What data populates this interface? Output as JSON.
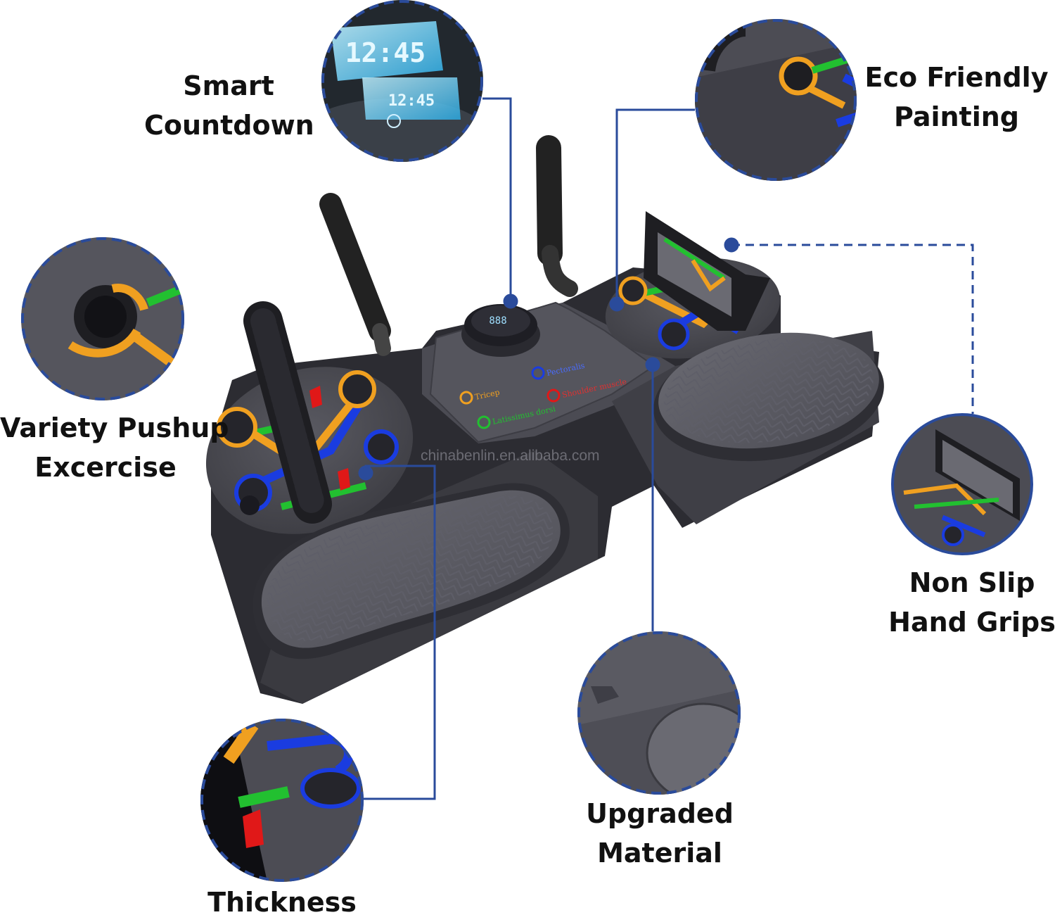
{
  "callouts": {
    "smart_countdown": [
      "Smart",
      "Countdown"
    ],
    "eco_friendly": [
      "Eco Friendly",
      "Painting"
    ],
    "variety_pushup": [
      "Variety Pushup",
      "Excercise"
    ],
    "non_slip": [
      "Non Slip",
      "Hand Grips"
    ],
    "upgraded_material": [
      "Upgraded",
      "Material"
    ],
    "thickness": [
      "Thickness"
    ]
  },
  "device": {
    "display_digits": "888",
    "muscle_labels": {
      "pectoralis": "Pectoralis",
      "triceps": "Tricep",
      "shoulder": "Shoulder muscle",
      "latissimus": "Latissimus dorsi"
    },
    "lcd_digits": "12:45"
  },
  "watermark": "chinabenlin.en.alibaba.com",
  "colors": {
    "connector": "#2a4b9b",
    "board": "#4a4a52",
    "grip": "#1e1e22",
    "mark_yellow": "#f0a020",
    "mark_green": "#22c030",
    "mark_blue": "#1a3ce0",
    "mark_red": "#e01818",
    "lcd": "#3cc6f0"
  }
}
